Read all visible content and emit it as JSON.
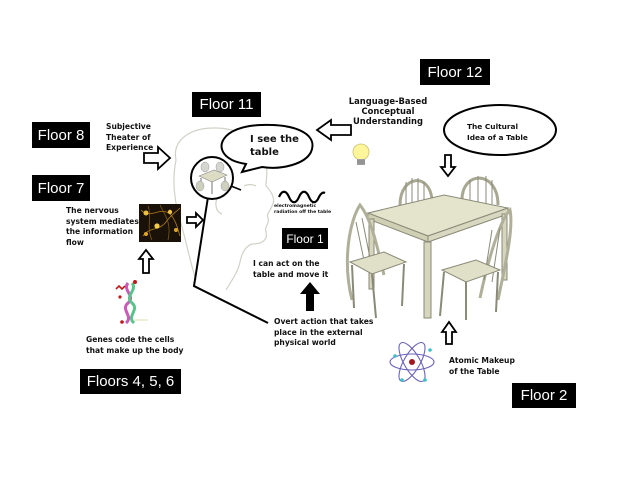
{
  "floors": {
    "floor_12": "Floor 12",
    "floor_11": "Floor 11",
    "floor_8": "Floor 8",
    "floor_7": "Floor 7",
    "floor_1": "Floor 1",
    "floors_4_5_6": "Floors 4, 5, 6",
    "floor_2": "Floor 2"
  },
  "captions": {
    "language": "Language-Based\nConceptual\nUnderstanding",
    "subjective": "Subjective\nTheater of\nExperience",
    "nervous": "The nervous\nsystem mediates\nthe information\nflow",
    "em_radiation": "electromagnetic\nradiation off the table",
    "act_on_table": "I can act on the\ntable and move it",
    "overt_action": "Overt action that takes\nplace in the external\nphysical world",
    "genes": "Genes code the cells\nthat make up the body",
    "atomic": "Atomic Makeup\nof the Table"
  },
  "bubbles": {
    "i_see": "I see the\ntable",
    "cultural": "The Cultural\nIdea of a Table"
  },
  "images": {
    "head": "human-head-outline",
    "table": "table-with-four-chairs",
    "neurons": "neuron-network",
    "dna": "dna-helix",
    "atom": "atom-model",
    "lightbulb": "lightbulb"
  },
  "colors": {
    "label_bg": "#000000",
    "label_text": "#ffffff",
    "neuron_bg": "#1a1208",
    "neuron_glow": "#e0a526",
    "bulb": "#fff59a",
    "table": "#e4e4cc"
  }
}
